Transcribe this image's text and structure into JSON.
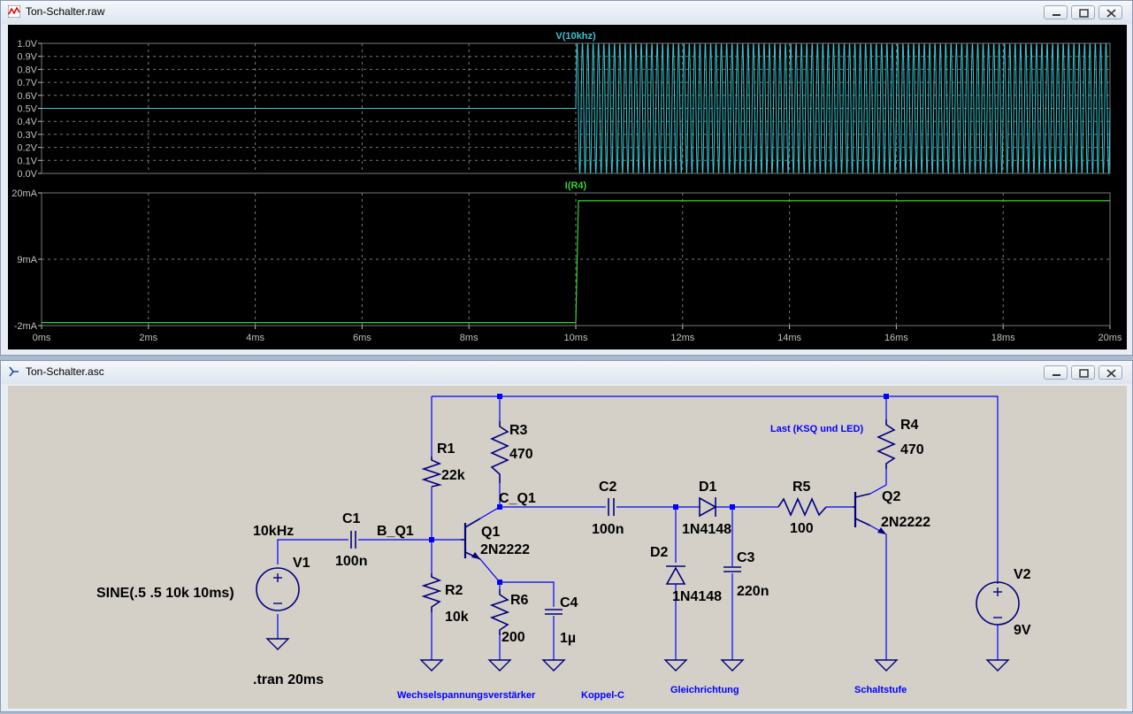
{
  "plot_window": {
    "title": "Ton-Schalter.raw",
    "trace_top": "V(10khz)",
    "trace_bottom": "I(R4)",
    "y_ticks_top": [
      "1.0V",
      "0.9V",
      "0.8V",
      "0.7V",
      "0.6V",
      "0.5V",
      "0.4V",
      "0.3V",
      "0.2V",
      "0.1V",
      "0.0V"
    ],
    "y_ticks_bottom": [
      "20mA",
      "9mA",
      "-2mA"
    ],
    "x_ticks": [
      "0ms",
      "2ms",
      "4ms",
      "6ms",
      "8ms",
      "10ms",
      "12ms",
      "14ms",
      "16ms",
      "18ms",
      "20ms"
    ],
    "colors": {
      "trace_top": "#39c6d3",
      "trace_bottom": "#38d236",
      "grid": "#7a7a7a",
      "axis_text": "#c0c0c0"
    }
  },
  "chart_data": [
    {
      "type": "line",
      "title": "V(10khz)",
      "series": [
        {
          "name": "V(10khz)",
          "x": [
            0,
            10,
            10,
            20
          ],
          "y": [
            0.5,
            0.5,
            0.5,
            0.5
          ],
          "note": "0.5V DC until 10ms, then 10kHz sine 0.0V–1.0V until 20ms"
        }
      ],
      "xlim": [
        0,
        20
      ],
      "ylim": [
        0.0,
        1.0
      ],
      "grid": true
    },
    {
      "type": "line",
      "title": "I(R4)",
      "series": [
        {
          "name": "I(R4)",
          "x": [
            0,
            10,
            10.05,
            20
          ],
          "y": [
            -0.0015,
            -0.0015,
            0.0187,
            0.0187
          ]
        }
      ],
      "xlim": [
        0,
        20
      ],
      "ylim": [
        -0.002,
        0.02
      ],
      "grid": true
    }
  ],
  "schematic_window": {
    "title": "Ton-Schalter.asc",
    "labels": {
      "v1_name": "V1",
      "v1_freq": "10kHz",
      "v1_source": "SINE(.5 .5 10k 10ms)",
      "c1": "C1",
      "c1_val": "100n",
      "b_q1": "B_Q1",
      "r1": "R1",
      "r1_val": "22k",
      "r2": "R2",
      "r2_val": "10k",
      "r3": "R3",
      "r3_val": "470",
      "c_q1": "C_Q1",
      "q1": "Q1",
      "q1_val": "2N2222",
      "r6": "R6",
      "r6_val": "200",
      "c4": "C4",
      "c4_val": "1µ",
      "c2": "C2",
      "c2_val": "100n",
      "d1": "D1",
      "d1_val": "1N4148",
      "d2": "D2",
      "d2_val": "1N4148",
      "c3": "C3",
      "c3_val": "220n",
      "r5": "R5",
      "r5_val": "100",
      "r4": "R4",
      "r4_val": "470",
      "q2": "Q2",
      "q2_val": "2N2222",
      "v2": "V2",
      "v2_val": "9V",
      "tran": ".tran 20ms",
      "note_last": "Last (KSQ und LED)",
      "note_amp": "Wechselspannungsverstärker",
      "note_koppel": "Koppel-C",
      "note_gleich": "Gleichrichtung",
      "note_schalt": "Schaltstufe"
    },
    "colors": {
      "wire": "#0000ff",
      "component": "#000080",
      "text": "#000000",
      "note": "#0000ff",
      "background": "#d4d0c8"
    }
  }
}
